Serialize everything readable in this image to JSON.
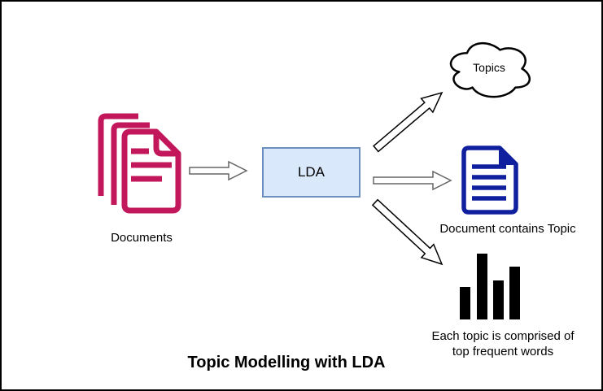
{
  "diagram": {
    "title": "Topic Modelling with LDA",
    "nodes": {
      "documents": {
        "label": "Documents",
        "icon": "documents-stack-icon"
      },
      "lda": {
        "label": "LDA"
      },
      "topics": {
        "label": "Topics",
        "icon": "cloud-icon"
      },
      "document_topic": {
        "label": "Document contains Topic",
        "icon": "document-icon"
      },
      "topic_words": {
        "label_line1": "Each topic is comprised of",
        "label_line2": "top frequent words",
        "icon": "bar-chart-icon"
      }
    },
    "edges": [
      {
        "from": "documents",
        "to": "lda",
        "style": "hollow-arrow"
      },
      {
        "from": "lda",
        "to": "topics",
        "style": "hollow-arrow"
      },
      {
        "from": "lda",
        "to": "document_topic",
        "style": "hollow-arrow"
      },
      {
        "from": "lda",
        "to": "topic_words",
        "style": "hollow-arrow"
      }
    ],
    "colors": {
      "documents_icon": "#C2185B",
      "lda_fill": "#DAE8FC",
      "lda_border": "#6C8EBF",
      "document_icon": "#101F9E",
      "bar_icon": "#000000",
      "cloud_outline": "#000000",
      "arrow_outline_gray": "#666666",
      "arrow_outline_black": "#000000",
      "canvas_border": "#000000"
    }
  }
}
